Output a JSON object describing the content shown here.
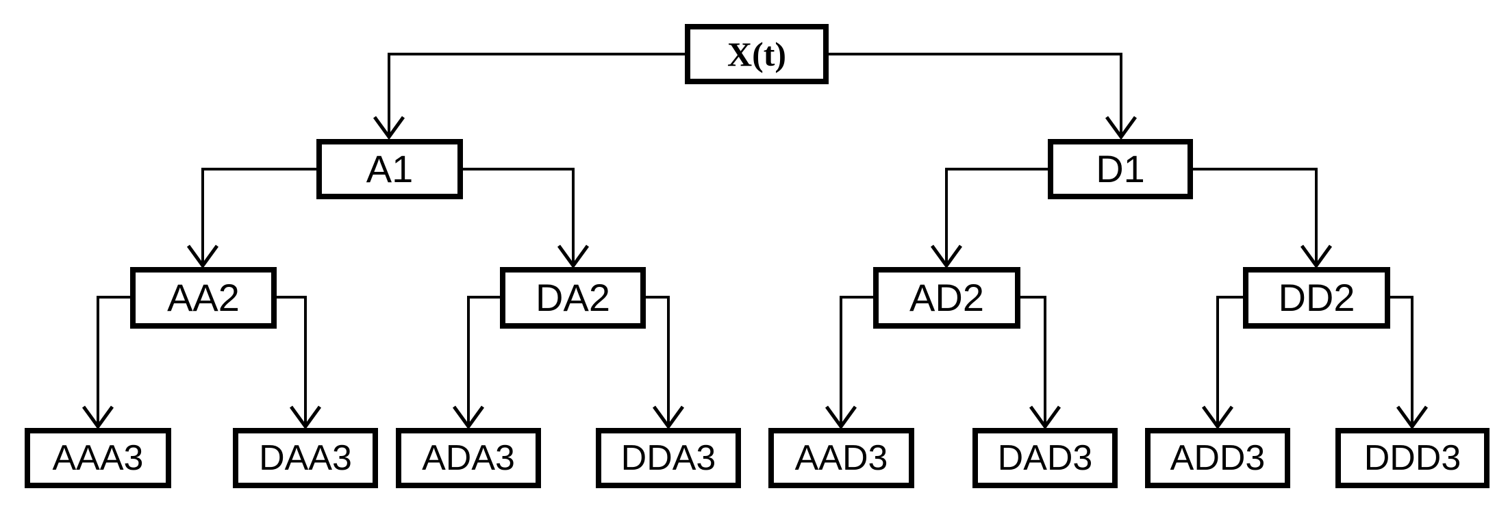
{
  "diagram": {
    "type": "wavelet-packet-decomposition-tree",
    "line_color": "#000000",
    "box_border_color": "#000000",
    "box_fill_color": "#ffffff",
    "background_color": "#ffffff",
    "levels": [
      {
        "level": 0,
        "nodes": [
          {
            "id": "root",
            "label": "X(t)"
          }
        ]
      },
      {
        "level": 1,
        "nodes": [
          {
            "id": "a1",
            "label": "A1"
          },
          {
            "id": "d1",
            "label": "D1"
          }
        ]
      },
      {
        "level": 2,
        "nodes": [
          {
            "id": "aa2",
            "label": "AA2"
          },
          {
            "id": "da2",
            "label": "DA2"
          },
          {
            "id": "ad2",
            "label": "AD2"
          },
          {
            "id": "dd2",
            "label": "DD2"
          }
        ]
      },
      {
        "level": 3,
        "nodes": [
          {
            "id": "aaa3",
            "label": "AAA3"
          },
          {
            "id": "daa3",
            "label": "DAA3"
          },
          {
            "id": "ada3",
            "label": "ADA3"
          },
          {
            "id": "dda3",
            "label": "DDA3"
          },
          {
            "id": "aad3",
            "label": "AAD3"
          },
          {
            "id": "dad3",
            "label": "DAD3"
          },
          {
            "id": "add3",
            "label": "ADD3"
          },
          {
            "id": "ddd3",
            "label": "DDD3"
          }
        ]
      }
    ],
    "edges": [
      {
        "from": "root",
        "to": "a1"
      },
      {
        "from": "root",
        "to": "d1"
      },
      {
        "from": "a1",
        "to": "aa2"
      },
      {
        "from": "a1",
        "to": "da2"
      },
      {
        "from": "d1",
        "to": "ad2"
      },
      {
        "from": "d1",
        "to": "dd2"
      },
      {
        "from": "aa2",
        "to": "aaa3"
      },
      {
        "from": "aa2",
        "to": "daa3"
      },
      {
        "from": "da2",
        "to": "ada3"
      },
      {
        "from": "da2",
        "to": "dda3"
      },
      {
        "from": "ad2",
        "to": "aad3"
      },
      {
        "from": "ad2",
        "to": "dad3"
      },
      {
        "from": "dd2",
        "to": "add3"
      },
      {
        "from": "dd2",
        "to": "ddd3"
      }
    ]
  }
}
